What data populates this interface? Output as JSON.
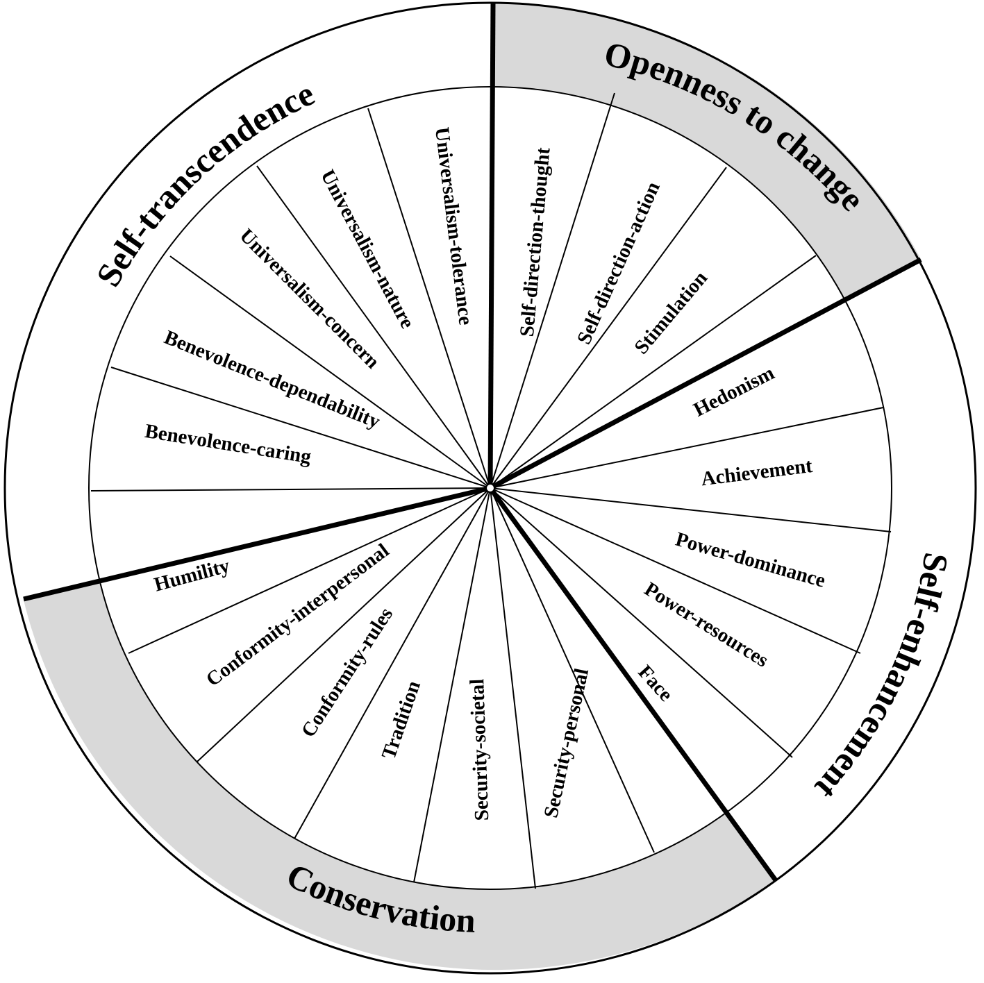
{
  "colors": {
    "background": "#ffffff",
    "ring_shaded": "#d9d9d9",
    "ring_plain": "#ffffff",
    "line": "#000000"
  },
  "higher_order": [
    {
      "id": "openness",
      "label": "Openness to change",
      "shaded": true
    },
    {
      "id": "self-enhancement",
      "label": "Self-enhancement",
      "shaded": false
    },
    {
      "id": "conservation",
      "label": "Conservation",
      "shaded": true
    },
    {
      "id": "self-transcendence",
      "label": "Self-transcendence",
      "shaded": false
    }
  ],
  "values": [
    "Self-direction-thought",
    "Self-direction-action",
    "Stimulation",
    "Hedonism",
    "Achievement",
    "Power-dominance",
    "Power-resources",
    "Face",
    "Security-personal",
    "Security-societal",
    "Tradition",
    "Conformity-rules",
    "Conformity-interpersonal",
    "Humility",
    "Benevolence-caring",
    "Benevolence-dependability",
    "Universalism-concern",
    "Universalism-nature",
    "Universalism-tolerance"
  ]
}
